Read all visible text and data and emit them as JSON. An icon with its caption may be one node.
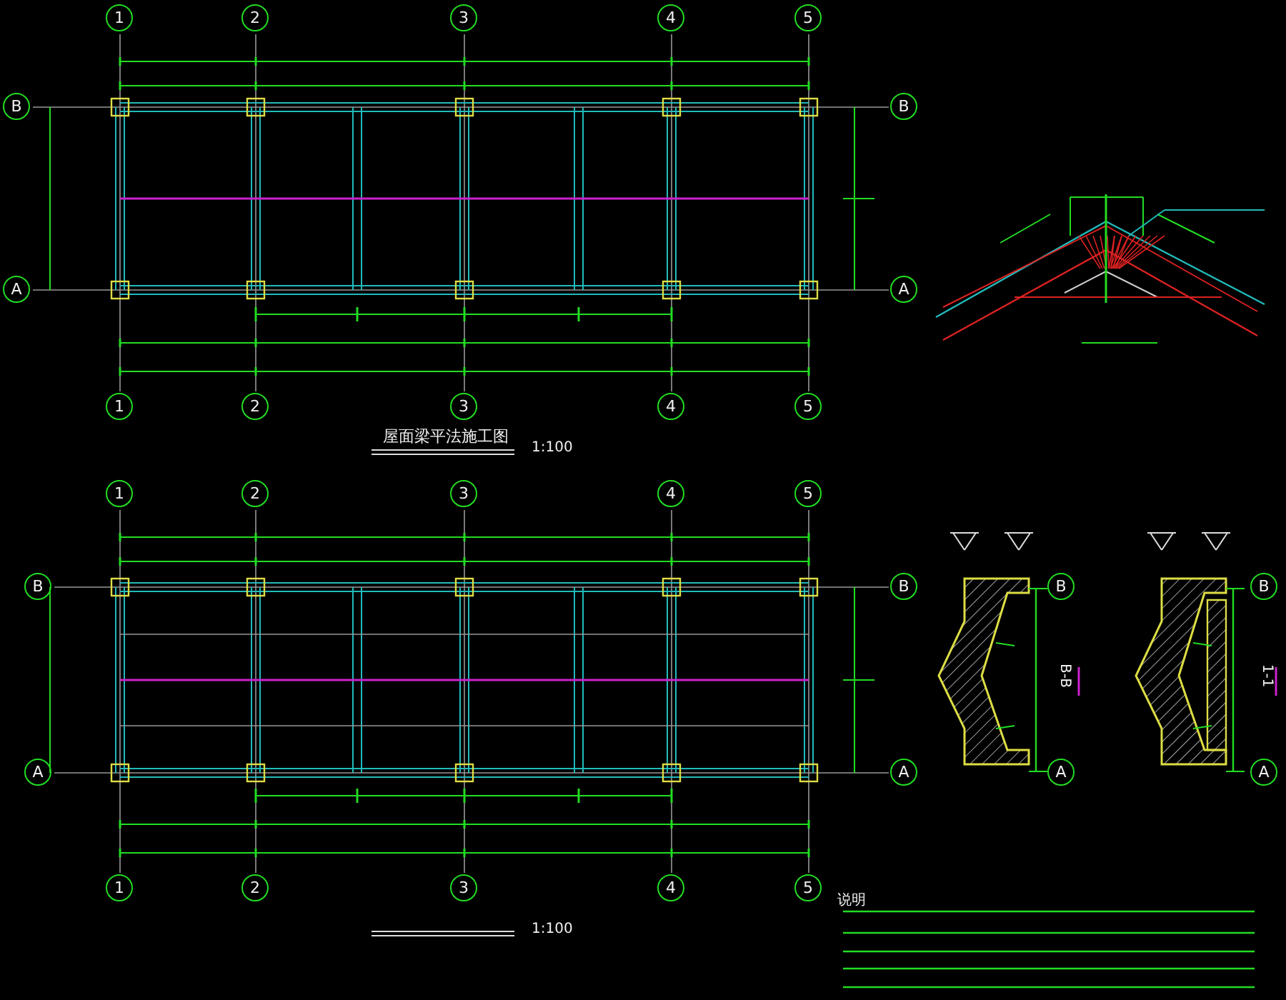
{
  "diagram": {
    "title": "屋面梁平法施工图",
    "nodes": [
      {
        "text": [
          "1"
        ]
      },
      {
        "text": [
          "2"
        ]
      },
      {
        "text": [
          "3"
        ]
      },
      {
        "text": [
          "4"
        ]
      },
      {
        "text": [
          "5"
        ]
      },
      {
        "text": [
          "B"
        ]
      },
      {
        "text": [
          "B"
        ]
      },
      {
        "text": [
          "A"
        ]
      },
      {
        "text": [
          "A"
        ]
      },
      {
        "text": [
          "1"
        ]
      },
      {
        "text": [
          "2"
        ]
      },
      {
        "text": [
          "3"
        ]
      },
      {
        "text": [
          "4"
        ]
      },
      {
        "text": [
          "5"
        ]
      },
      {
        "text": [
          "1"
        ]
      },
      {
        "text": [
          "2"
        ]
      },
      {
        "text": [
          "3"
        ]
      },
      {
        "text": [
          "4"
        ]
      },
      {
        "text": [
          "5"
        ]
      },
      {
        "text": [
          "B"
        ]
      },
      {
        "text": [
          "B"
        ]
      },
      {
        "text": [
          "B"
        ]
      },
      {
        "text": [
          "B"
        ]
      },
      {
        "text": [
          "A"
        ]
      },
      {
        "text": [
          "A"
        ]
      },
      {
        "text": [
          "A"
        ]
      },
      {
        "text": [
          "A"
        ]
      },
      {
        "text": [
          "1"
        ]
      },
      {
        "text": [
          "2"
        ]
      },
      {
        "text": [
          "3"
        ]
      },
      {
        "text": [
          "4"
        ]
      },
      {
        "text": [
          "5"
        ]
      }
    ],
    "labels": [
      "1:100",
      "1:100",
      "B-B",
      "1-1",
      "说明"
    ]
  }
}
